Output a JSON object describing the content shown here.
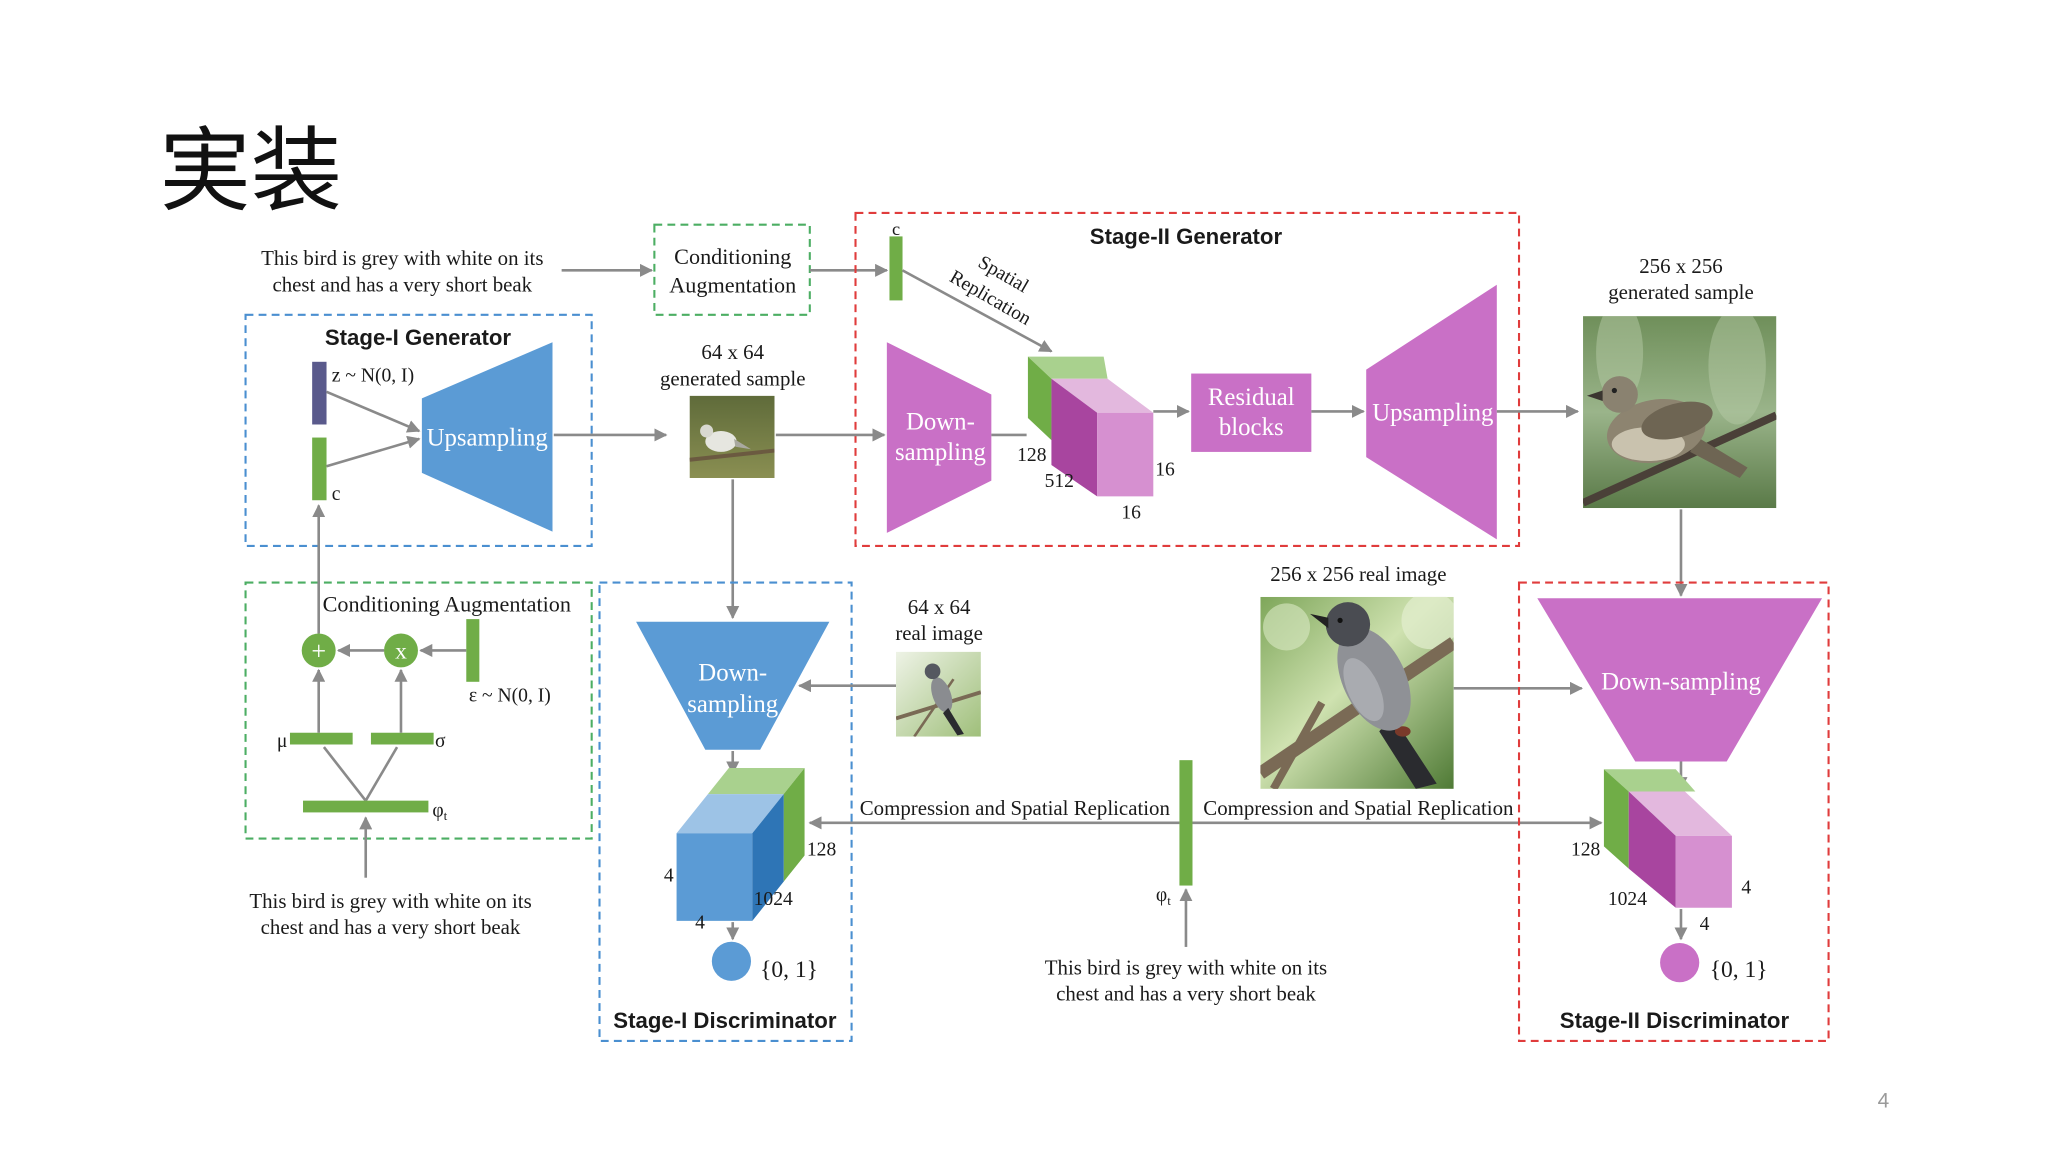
{
  "slide": {
    "title": "実装",
    "page_number": "4"
  },
  "colors": {
    "stage1_blue": "#5b9bd5",
    "stage1_blue_dark": "#2e75b6",
    "stage1_blue_light": "#9dc3e6",
    "stage2_magenta": "#c970c6",
    "stage2_magenta_dark": "#a8459f",
    "stage2_magenta_light": "#e3b8de",
    "stage2_magenta_front": "#d690d0",
    "green": "#70ad47",
    "green_light": "#a9d18e",
    "z_bar": "#5a5a8c",
    "blue_dashed": "#4a8fd0",
    "green_dashed": "#4cae63",
    "red_dashed": "#e03c3c"
  },
  "text_input_top": {
    "line1": "This bird is grey with white on its",
    "line2": "chest and has a very short beak"
  },
  "conditioning_augmentation_top": {
    "line1": "Conditioning",
    "line2": "Augmentation"
  },
  "stage1_generator": {
    "title": "Stage-I Generator",
    "z_label": "z ~ N(0, I)",
    "c_label": "c",
    "upsampling_label": "Upsampling"
  },
  "sample_64": {
    "line1": "64 x 64",
    "line2": "generated sample"
  },
  "stage2_generator": {
    "title": "Stage-II Generator",
    "c_label": "c",
    "spatial_replication": {
      "line1": "Spatial",
      "line2": "Replication"
    },
    "downsampling": {
      "line1": "Down-",
      "line2": "sampling"
    },
    "cube_dims": {
      "depth": "128",
      "width": "512",
      "height": "16",
      "length": "16"
    },
    "residual": {
      "line1": "Residual",
      "line2": "blocks"
    },
    "upsampling_label": "Upsampling"
  },
  "sample_256": {
    "line1": "256 x 256",
    "line2": "generated sample"
  },
  "conditioning_augmentation": {
    "title": "Conditioning Augmentation",
    "plus": "+",
    "times": "x",
    "epsilon_label": "ε ~ N(0, I)",
    "mu_label": "μ",
    "sigma_label": "σ",
    "phi_symbol": "φ",
    "phi_sub": "t"
  },
  "text_input_left": {
    "line1": "This bird is grey with white on its",
    "line2": "chest and has a very short beak"
  },
  "stage1_discriminator": {
    "title": "Stage-I Discriminator",
    "downsampling": {
      "line1": "Down-",
      "line2": "sampling"
    },
    "real_image": {
      "line1": "64 x 64",
      "line2": "real image"
    },
    "cube_dims": {
      "height": "4",
      "width": "1024",
      "depth": "128",
      "length": "4"
    },
    "output": "{0, 1}"
  },
  "compression": {
    "left": "Compression and Spatial Replication",
    "right": "Compression and Spatial Replication",
    "phi_symbol": "φ",
    "phi_sub": "t"
  },
  "text_input_middle": {
    "line1": "This bird is grey with white on its",
    "line2": "chest and has a very short beak"
  },
  "real_image_256": "256 x 256 real image",
  "stage2_discriminator": {
    "title": "Stage-II Discriminator",
    "downsampling_label": "Down-sampling",
    "cube_dims": {
      "depth": "128",
      "width": "1024",
      "height": "4",
      "length": "4"
    },
    "output": "{0, 1}"
  }
}
